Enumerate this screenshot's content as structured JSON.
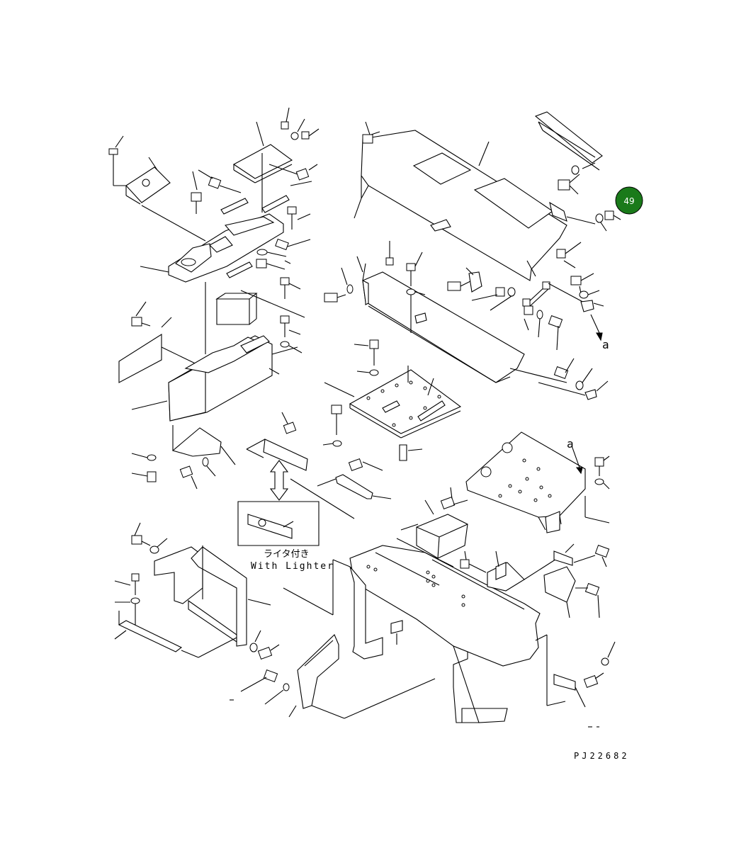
{
  "diagram": {
    "inset_label_jp": "ライタ付き",
    "inset_label_en": "With Lighter",
    "ref_letter_a": "a",
    "ref_letter_a2": "a",
    "drawing_code": "PJ22682",
    "callout_number": "49",
    "callout_color": "#1a7a1a"
  }
}
